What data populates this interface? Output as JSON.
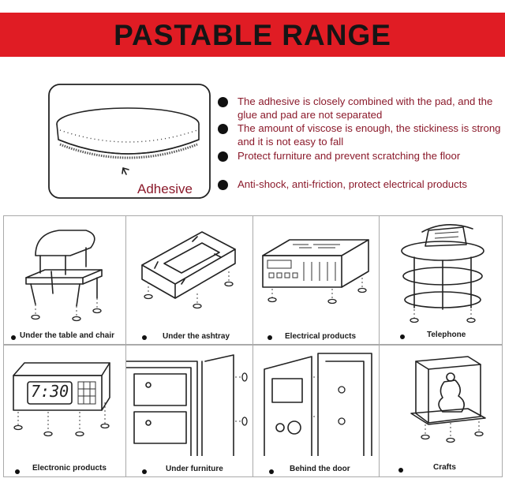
{
  "banner": {
    "title": "PASTABLE RANGE",
    "color": "#e01c24"
  },
  "hero": {
    "label": "Adhesive"
  },
  "features": [
    {
      "text": "The adhesive is closely combined with the pad, and the glue and pad are not separated"
    },
    {
      "text": "The amount of viscose is enough, the stickiness is strong and it is not easy to fall"
    },
    {
      "text": "Protect furniture and prevent scratching the floor"
    },
    {
      "text": "Anti-shock, anti-friction, protect electrical products"
    }
  ],
  "uses": [
    {
      "label": "Under the table and chair",
      "icon": "table-chair-icon"
    },
    {
      "label": "Under the ashtray",
      "icon": "ashtray-icon"
    },
    {
      "label": "Electrical products",
      "icon": "amplifier-icon"
    },
    {
      "label": "Telephone",
      "icon": "telephone-icon"
    },
    {
      "label": "Electronic products",
      "icon": "clock-icon"
    },
    {
      "label": "Under furniture",
      "icon": "cabinet-icon"
    },
    {
      "label": "Behind the door",
      "icon": "safe-door-icon"
    },
    {
      "label": "Crafts",
      "icon": "craft-case-icon"
    }
  ],
  "clock_display": "7:30",
  "accent_text_color": "#8b1a2b"
}
